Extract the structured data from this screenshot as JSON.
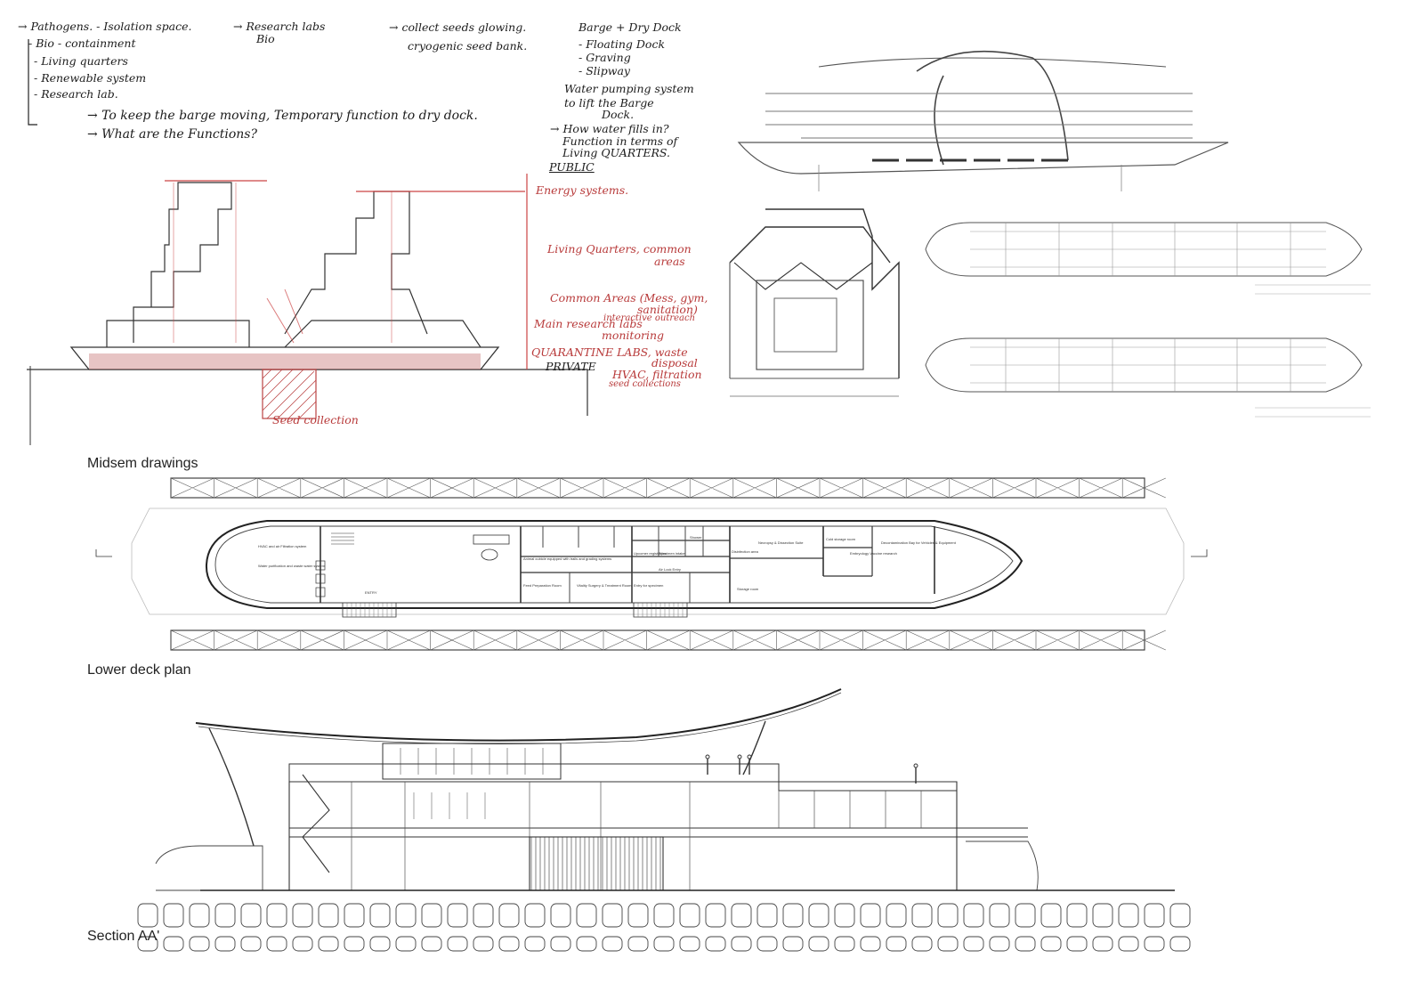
{
  "notes": {
    "block1": [
      "→ Pathogens. - Isolation space.",
      "- Bio - containment",
      "- Living quarters",
      "- Renewable system",
      "- Research lab."
    ],
    "research": [
      "→ Research labs",
      "Bio"
    ],
    "seeds": [
      "→ collect seeds glowing.",
      "cryogenic seed bank."
    ],
    "barge": [
      "Barge + Dry Dock",
      "- Floating Dock",
      "- Graving",
      "- Slipway",
      "Water pumping system",
      "to lift the Barge",
      "Dock.",
      "→ How water fills in?",
      "Function in terms of",
      "Living QUARTERS."
    ],
    "keep": [
      "→ To keep the barge moving, Temporary function to dry dock.",
      "→ What are the Functions?"
    ]
  },
  "annotations": {
    "public": "PUBLIC",
    "energy": "Energy systems.",
    "living": [
      "Living Quarters, common",
      "areas"
    ],
    "common": [
      "Common Areas (Mess, gym,",
      "sanitation)",
      "interactive outreach"
    ],
    "labs": [
      "Main research labs",
      "monitoring"
    ],
    "quarantine": [
      "QUARANTINE LABS, waste",
      "disposal"
    ],
    "private": "PRIVATE",
    "hvac": [
      "HVAC, filtration",
      "seed collections"
    ],
    "seed": "Seed collection"
  },
  "captions": {
    "midsem": "Midsem drawings",
    "lower_deck": "Lower deck plan",
    "section": "Section AA'"
  },
  "plan_labels": {
    "hvac": "HVAC and air Filtration system",
    "water": "Water purification and waste water system",
    "entry": "ENTRY",
    "animal": "Animal cubicle equipped with trails and grading systems",
    "upcomer": "Upcomer registration",
    "specimen_intake": "Specimen intake",
    "shower": "Shower",
    "airlock": "Air Lock Entry",
    "disinfection": "Disinfection area",
    "necropsy": "Necropsy & Dissection Suite",
    "cold": "Cold storage room",
    "bio": "Embryology Vaccine research",
    "decon": "Decontamination Bay for Vehicles & Equipment",
    "feed": "Feed Preparation Room",
    "surgery": "Vitality Surgery & Treatment Room",
    "entry_specimen": "Entry for specimen",
    "storage": "Storage room"
  },
  "colors": {
    "ink": "#2a2a2a",
    "red": "#b83a3a",
    "pencil": "#555555"
  }
}
